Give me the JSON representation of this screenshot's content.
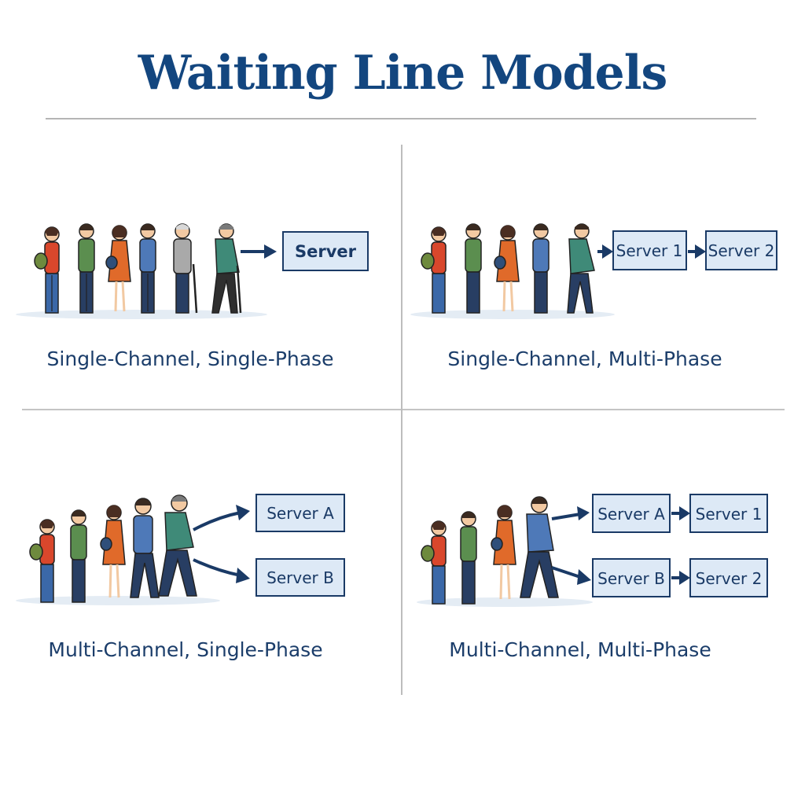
{
  "title": "Waiting Line Models",
  "panels": [
    {
      "id": "single-channel-single-phase",
      "caption": "Single-Channel, Single-Phase",
      "servers": [
        "Server"
      ]
    },
    {
      "id": "single-channel-multi-phase",
      "caption": "Single-Channel, Multi-Phase",
      "servers": [
        "Server 1",
        "Server 2"
      ]
    },
    {
      "id": "multi-channel-single-phase",
      "caption": "Multi-Channel, Single-Phase",
      "servers": [
        "Server A",
        "Server B"
      ]
    },
    {
      "id": "multi-channel-multi-phase",
      "caption": "Multi-Channel, Multi-Phase",
      "servers": [
        "Server A",
        "Server 1",
        "Server B",
        "Server 2"
      ]
    }
  ],
  "colors": {
    "title": "#13467f",
    "caption": "#1b3d6a",
    "server_fill": "#dde9f6",
    "server_stroke": "#1a3a66",
    "arrow": "#1a3a66",
    "shirt_red": "#d9472c",
    "shirt_green": "#5b8e4f",
    "dress_orange": "#e06a2a",
    "shirt_blue": "#4e79b8",
    "shirt_grey": "#a9a9a9",
    "shirt_teal": "#3f8a78",
    "pants_navy": "#283e63",
    "pants_blue": "#3b68a8"
  }
}
